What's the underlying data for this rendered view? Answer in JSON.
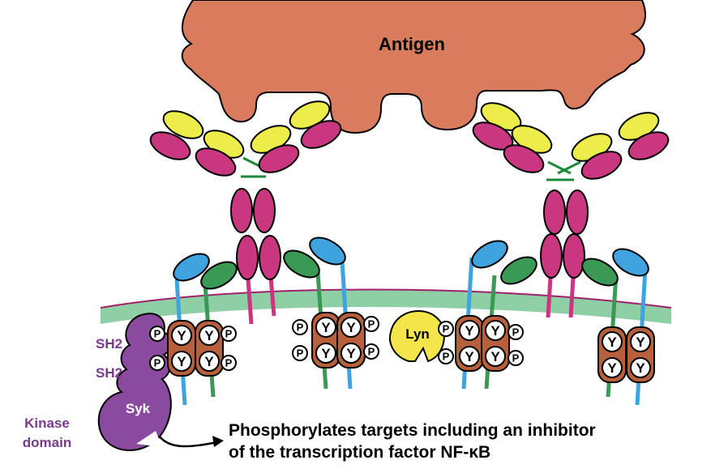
{
  "antigen_label": "Antigen",
  "lyn_label": "Lyn",
  "syk_label": "Syk",
  "sh2_top_label": "SH2",
  "sh2_bottom_label": "SH2",
  "kinase_label_line1": "Kinase",
  "kinase_label_line2": "domain",
  "tyrosine_symbol": "Y",
  "phosphate_symbol": "P",
  "caption_line1": "Phosphorylates targets including an inhibitor",
  "caption_line2": "of the transcription factor NF-κB",
  "colors": {
    "antigen": "#d97b5d",
    "heavy_chain": "#c8377f",
    "light_chain": "#ecec4a",
    "membrane": "#8fcfa6",
    "membrane_edge": "#a0206a",
    "ig_alpha_head": "#3fa3e0",
    "ig_beta_head": "#3a9a55",
    "itam_box": "#b85f3c",
    "lyn": "#f4e64a",
    "syk": "#8a4a9e",
    "syk_label_text": "#7a3a8e"
  }
}
